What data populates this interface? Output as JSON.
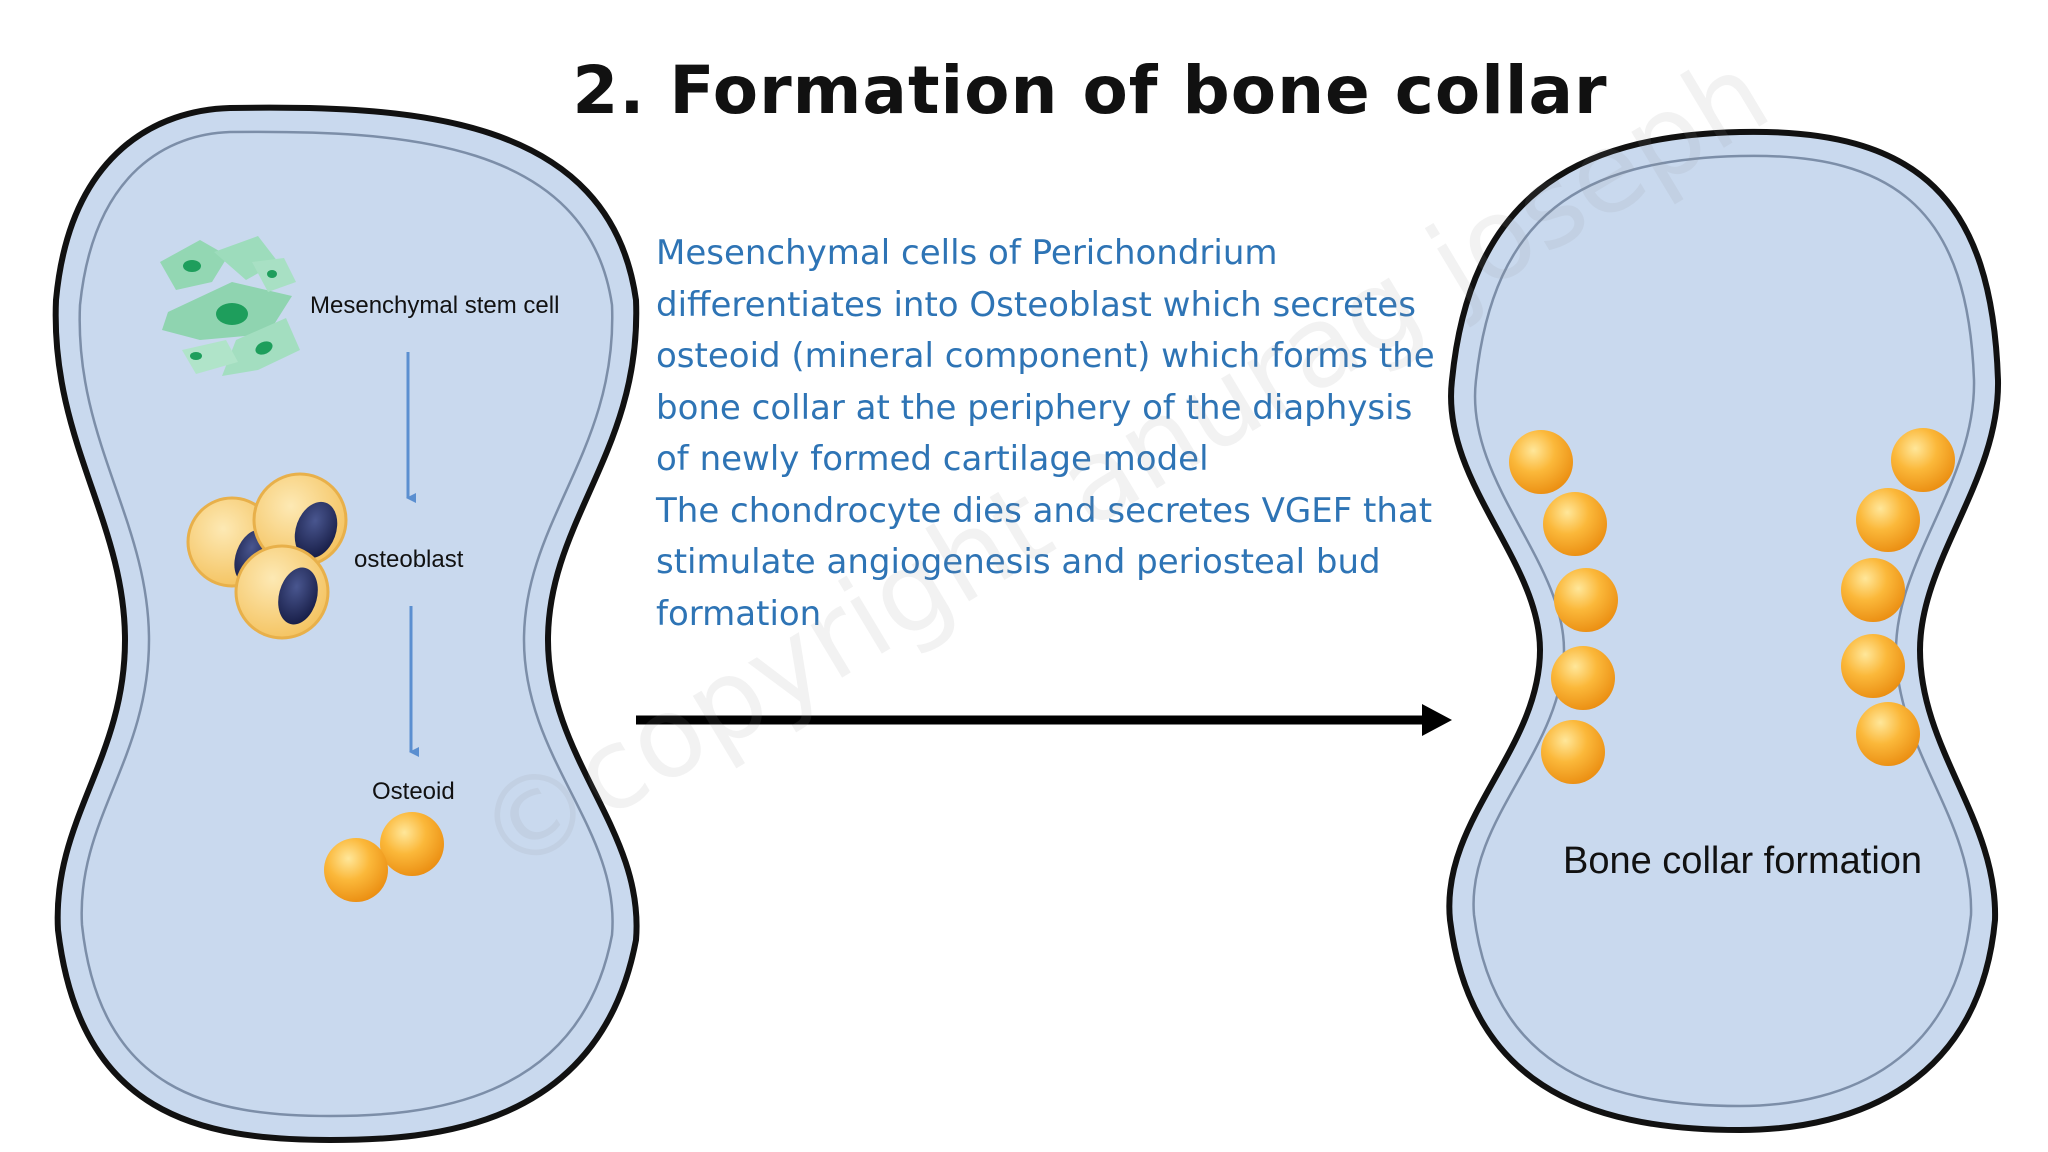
{
  "title": "2. Formation of bone collar",
  "description": {
    "lines": [
      "Mesenchymal cells of Perichondrium",
      "differentiates into Osteoblast which secretes",
      "osteoid (mineral component) which forms the",
      "bone collar at the periphery of the diaphysis",
      "of newly formed cartilage model",
      "The chondrocyte dies and secretes VGEF that",
      "stimulate angiogenesis and periosteal bud",
      "formation"
    ]
  },
  "left_panel": {
    "stage1_label": "Mesenchymal stem cell",
    "stage2_label": "osteoblast",
    "stage3_label": "Osteoid"
  },
  "right_panel": {
    "label": "Bone collar formation"
  },
  "watermark": "©copyright anurag joseph",
  "colors": {
    "cartilage_fill": "#c9d9ee",
    "outline": "#111111",
    "text_blue": "#2e74b5",
    "arrow_small": "#5b8fd0",
    "osteoid_orange": "#f7a520",
    "cell_green": "#8fd4b0",
    "nucleus": "#27306a"
  }
}
